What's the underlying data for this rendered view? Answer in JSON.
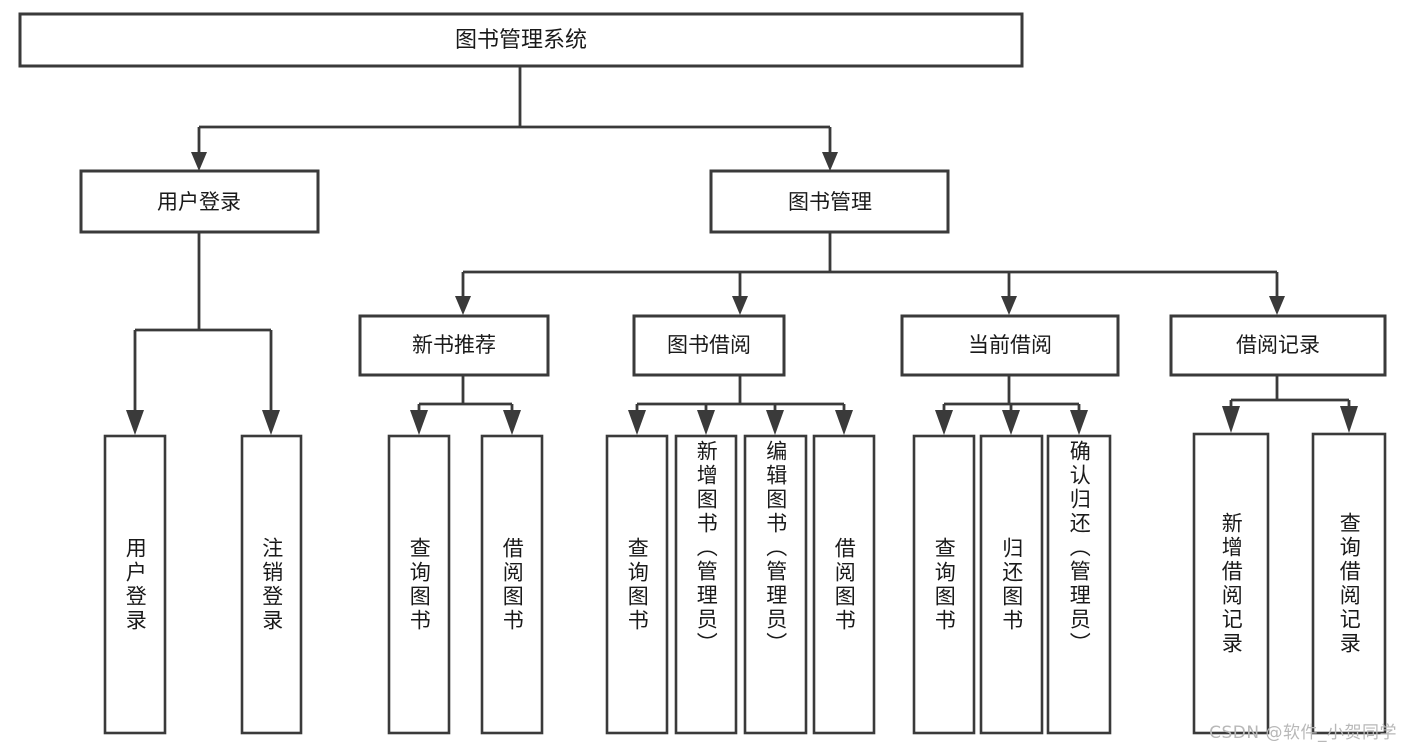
{
  "diagram": {
    "type": "tree-hierarchy-chart",
    "title": "图书管理系统",
    "orientation": "top-down",
    "colors": {
      "box_stroke": "#3a3a3a",
      "box_fill": "#ffffff",
      "connector": "#3a3a3a",
      "text": "#1a1a1a",
      "watermark": "#b8b8b8",
      "background": "#ffffff"
    },
    "root": {
      "id": "root",
      "label": "图书管理系统"
    },
    "level2": [
      {
        "id": "user-login",
        "label": "用户登录"
      },
      {
        "id": "book-manage",
        "label": "图书管理"
      }
    ],
    "level3": [
      {
        "id": "new-book-recommend",
        "label": "新书推荐",
        "parent": "book-manage"
      },
      {
        "id": "book-borrow",
        "label": "图书借阅",
        "parent": "book-manage"
      },
      {
        "id": "current-borrow",
        "label": "当前借阅",
        "parent": "book-manage"
      },
      {
        "id": "borrow-record",
        "label": "借阅记录",
        "parent": "book-manage"
      }
    ],
    "leaves": [
      {
        "id": "leaf-user-login",
        "label": "用户登录",
        "parent": "user-login"
      },
      {
        "id": "leaf-logout-login",
        "label": "注销登录",
        "parent": "user-login"
      },
      {
        "id": "leaf-query-book-1",
        "label": "查询图书",
        "parent": "new-book-recommend"
      },
      {
        "id": "leaf-borrow-book-1",
        "label": "借阅图书",
        "parent": "new-book-recommend"
      },
      {
        "id": "leaf-query-book-2",
        "label": "查询图书",
        "parent": "book-borrow"
      },
      {
        "id": "leaf-add-book",
        "label": "新增图书（管理员）",
        "parent": "book-borrow"
      },
      {
        "id": "leaf-edit-book",
        "label": "编辑图书（管理员）",
        "parent": "book-borrow"
      },
      {
        "id": "leaf-borrow-book-2",
        "label": "借阅图书",
        "parent": "book-borrow"
      },
      {
        "id": "leaf-query-book-3",
        "label": "查询图书",
        "parent": "current-borrow"
      },
      {
        "id": "leaf-return-book",
        "label": "归还图书",
        "parent": "current-borrow"
      },
      {
        "id": "leaf-confirm-return",
        "label": "确认归还（管理员）",
        "parent": "current-borrow"
      },
      {
        "id": "leaf-add-record",
        "label": "新增借阅记录",
        "parent": "borrow-record"
      },
      {
        "id": "leaf-query-record",
        "label": "查询借阅记录",
        "parent": "borrow-record"
      }
    ],
    "watermark": "CSDN @软件_小贺同学"
  }
}
